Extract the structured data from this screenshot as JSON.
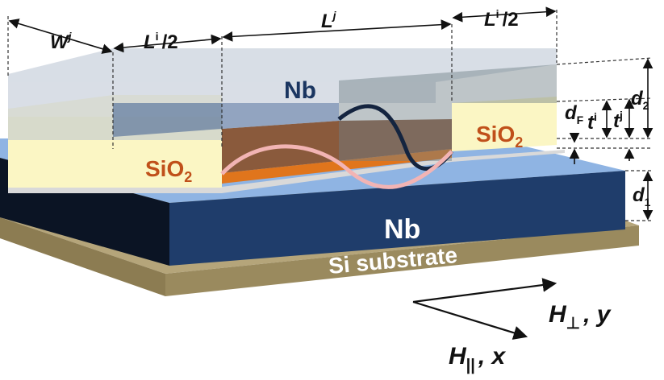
{
  "labels": {
    "top_nb": "Nb",
    "sio2": "SiO",
    "sio2_sub": "2",
    "bottom_nb": "Nb",
    "substrate": "Si substrate"
  },
  "dimensions": {
    "w_main": "W",
    "w_sup": "j",
    "l_left_main": "L",
    "l_left_sup": "i",
    "l_left_tail": "/2",
    "l_mid_main": "L",
    "l_mid_sup": "j",
    "l_right_main": "L",
    "l_right_sup": "i",
    "l_right_tail": "/2",
    "dF_main": "d",
    "dF_sub": "F",
    "ti_main": "t",
    "ti_sup": "i",
    "tj_main": "t",
    "tj_sup": "j",
    "d2_main": "d",
    "d2_sub": "2",
    "d1_main": "d",
    "d1_sub": "1"
  },
  "axes": {
    "perp_main": "H",
    "perp_sub": "⊥",
    "perp_tail": ", y",
    "par_main": "H",
    "par_sub": "||",
    "par_tail": ", x"
  },
  "colors": {
    "substrate": "#b5a57a",
    "nb_bottom_top": "#8fb4e3",
    "nb_bottom_front": "#1f3d6b",
    "sio2": "#fbf6c4",
    "ferromagnet": "#e0751c",
    "top_nb_glass": "#c8d0dc",
    "wave_dark": "#14243f",
    "wave_light": "#f2b4b4",
    "text_sio2": "#c0501a",
    "text_nb_dark": "#1a3560"
  }
}
